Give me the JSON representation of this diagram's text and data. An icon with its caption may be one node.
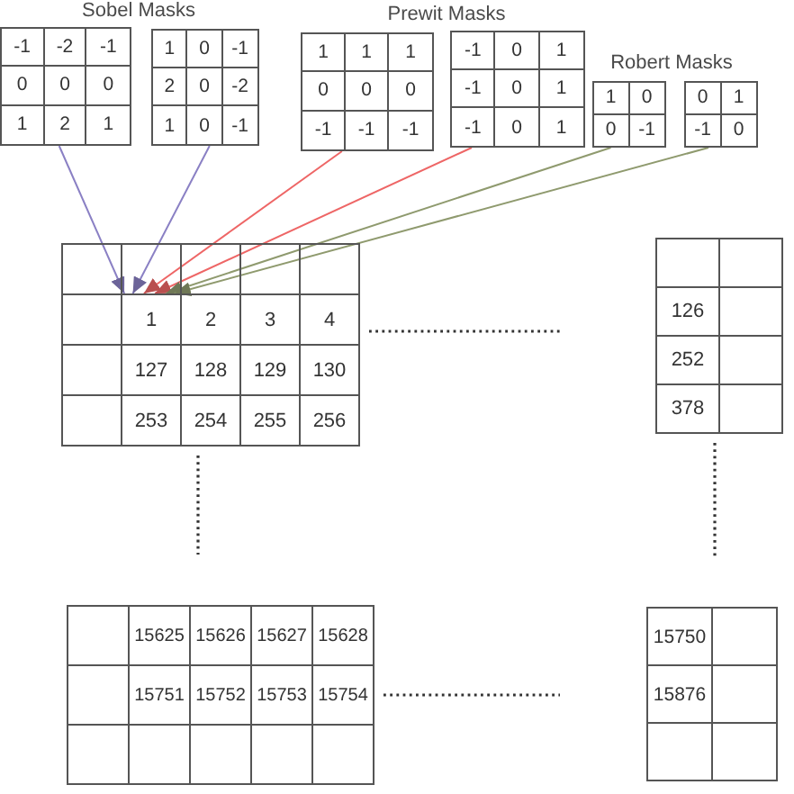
{
  "diagram": {
    "nodes": [
      {
        "text": [
          "-1",
          "-2",
          "-1",
          "0",
          "0",
          "0",
          "1",
          "2",
          "1"
        ]
      },
      {
        "text": [
          "1",
          "0",
          "-1",
          "2",
          "0",
          "-2",
          "1",
          "0",
          "-1"
        ]
      },
      {
        "text": [
          "1",
          "1",
          "1",
          "0",
          "0",
          "0",
          "-1",
          "-1",
          "-1"
        ]
      },
      {
        "text": [
          "-1",
          "0",
          "1",
          "-1",
          "0",
          "1",
          "-1",
          "0",
          "1"
        ]
      },
      {
        "text": [
          "1",
          "0",
          "0",
          "-1"
        ]
      },
      {
        "text": [
          "0",
          "1",
          "-1",
          "0"
        ]
      },
      {
        "text": [],
        "shape": "box"
      },
      {
        "text": [
          "1"
        ],
        "in": 6
      },
      {
        "text": [
          "2"
        ],
        "in": 6
      },
      {
        "text": [
          "3"
        ],
        "in": 6
      },
      {
        "text": [
          "4"
        ],
        "in": 6
      },
      {
        "text": [
          "127"
        ],
        "in": 6
      },
      {
        "text": [
          "128"
        ],
        "in": 6
      },
      {
        "text": [
          "129"
        ],
        "in": 6
      },
      {
        "text": [
          "130"
        ],
        "in": 6
      },
      {
        "text": [
          "253"
        ],
        "in": 6
      },
      {
        "text": [
          "254"
        ],
        "in": 6
      },
      {
        "text": [
          "255"
        ],
        "in": 6
      },
      {
        "text": [
          "256"
        ],
        "in": 6
      },
      {
        "text": [],
        "shape": "box"
      },
      {
        "text": [
          "126"
        ],
        "in": 19
      },
      {
        "text": [
          "252"
        ],
        "in": 19
      },
      {
        "text": [
          "378"
        ],
        "in": 19
      },
      {
        "text": [],
        "shape": "box"
      },
      {
        "text": [
          "15625"
        ],
        "in": 23
      },
      {
        "text": [
          "15626"
        ],
        "in": 23
      },
      {
        "text": [
          "15627"
        ],
        "in": 23
      },
      {
        "text": [
          "15628"
        ],
        "in": 23
      },
      {
        "text": [
          "15751"
        ],
        "in": 23
      },
      {
        "text": [
          "15752"
        ],
        "in": 23
      },
      {
        "text": [
          "15753"
        ],
        "in": 23
      },
      {
        "text": [
          "15754"
        ],
        "in": 23
      },
      {
        "text": [],
        "shape": "box"
      },
      {
        "text": [
          "15750"
        ],
        "in": 32
      },
      {
        "text": [
          "15876"
        ],
        "in": 32
      }
    ],
    "edges": [
      {
        "from": 0,
        "to": 7,
        "arrow": "to",
        "color": "#8a80c4"
      },
      {
        "from": 1,
        "to": 7,
        "arrow": "to",
        "color": "#8a80c4"
      },
      {
        "from": 2,
        "to": 7,
        "arrow": "to",
        "color": "#ee6666"
      },
      {
        "from": 3,
        "to": 7,
        "arrow": "to",
        "color": "#ee6666"
      },
      {
        "from": 4,
        "to": 7,
        "arrow": "to",
        "color": "#8f9a6e"
      },
      {
        "from": 5,
        "to": 7,
        "arrow": "to",
        "color": "#8f9a6e"
      }
    ],
    "labels": [
      "Sobel Masks",
      "Prewit Masks",
      "Robert Masks"
    ]
  }
}
